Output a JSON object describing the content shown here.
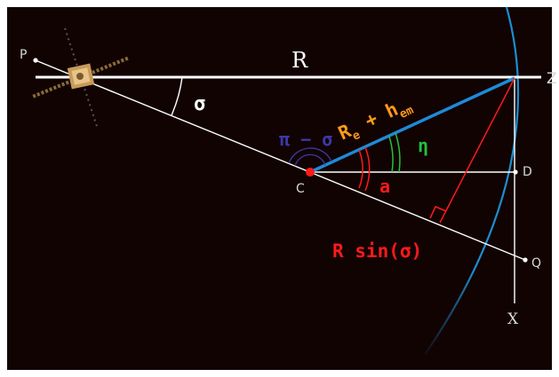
{
  "diagram": {
    "points": {
      "P": "P",
      "Z": "Z",
      "C": "C",
      "D": "D",
      "Q": "Q",
      "X": "X"
    },
    "labels": {
      "R": "R",
      "sigma": "σ",
      "pi_minus_sigma": "π − σ",
      "re_plus_hem": "R",
      "re_sub": "e",
      "re_plus": " + h",
      "hem_sub": "em",
      "eta": "η",
      "alpha": "a",
      "r_sin_sigma": "R sin(σ)"
    },
    "colors": {
      "background": "#120303",
      "frame": "#ffffff",
      "line": "#ffffff",
      "earth_limb": "#1a8fd0",
      "slant_range": "#1e8ad8",
      "red": "#ff1a1a",
      "green": "#22c43a",
      "navy": "#3a3aa8",
      "orange": "#ff9a1a",
      "point_label": "#d8d8d8"
    },
    "icons": {
      "satellite": "satellite-icon"
    }
  }
}
